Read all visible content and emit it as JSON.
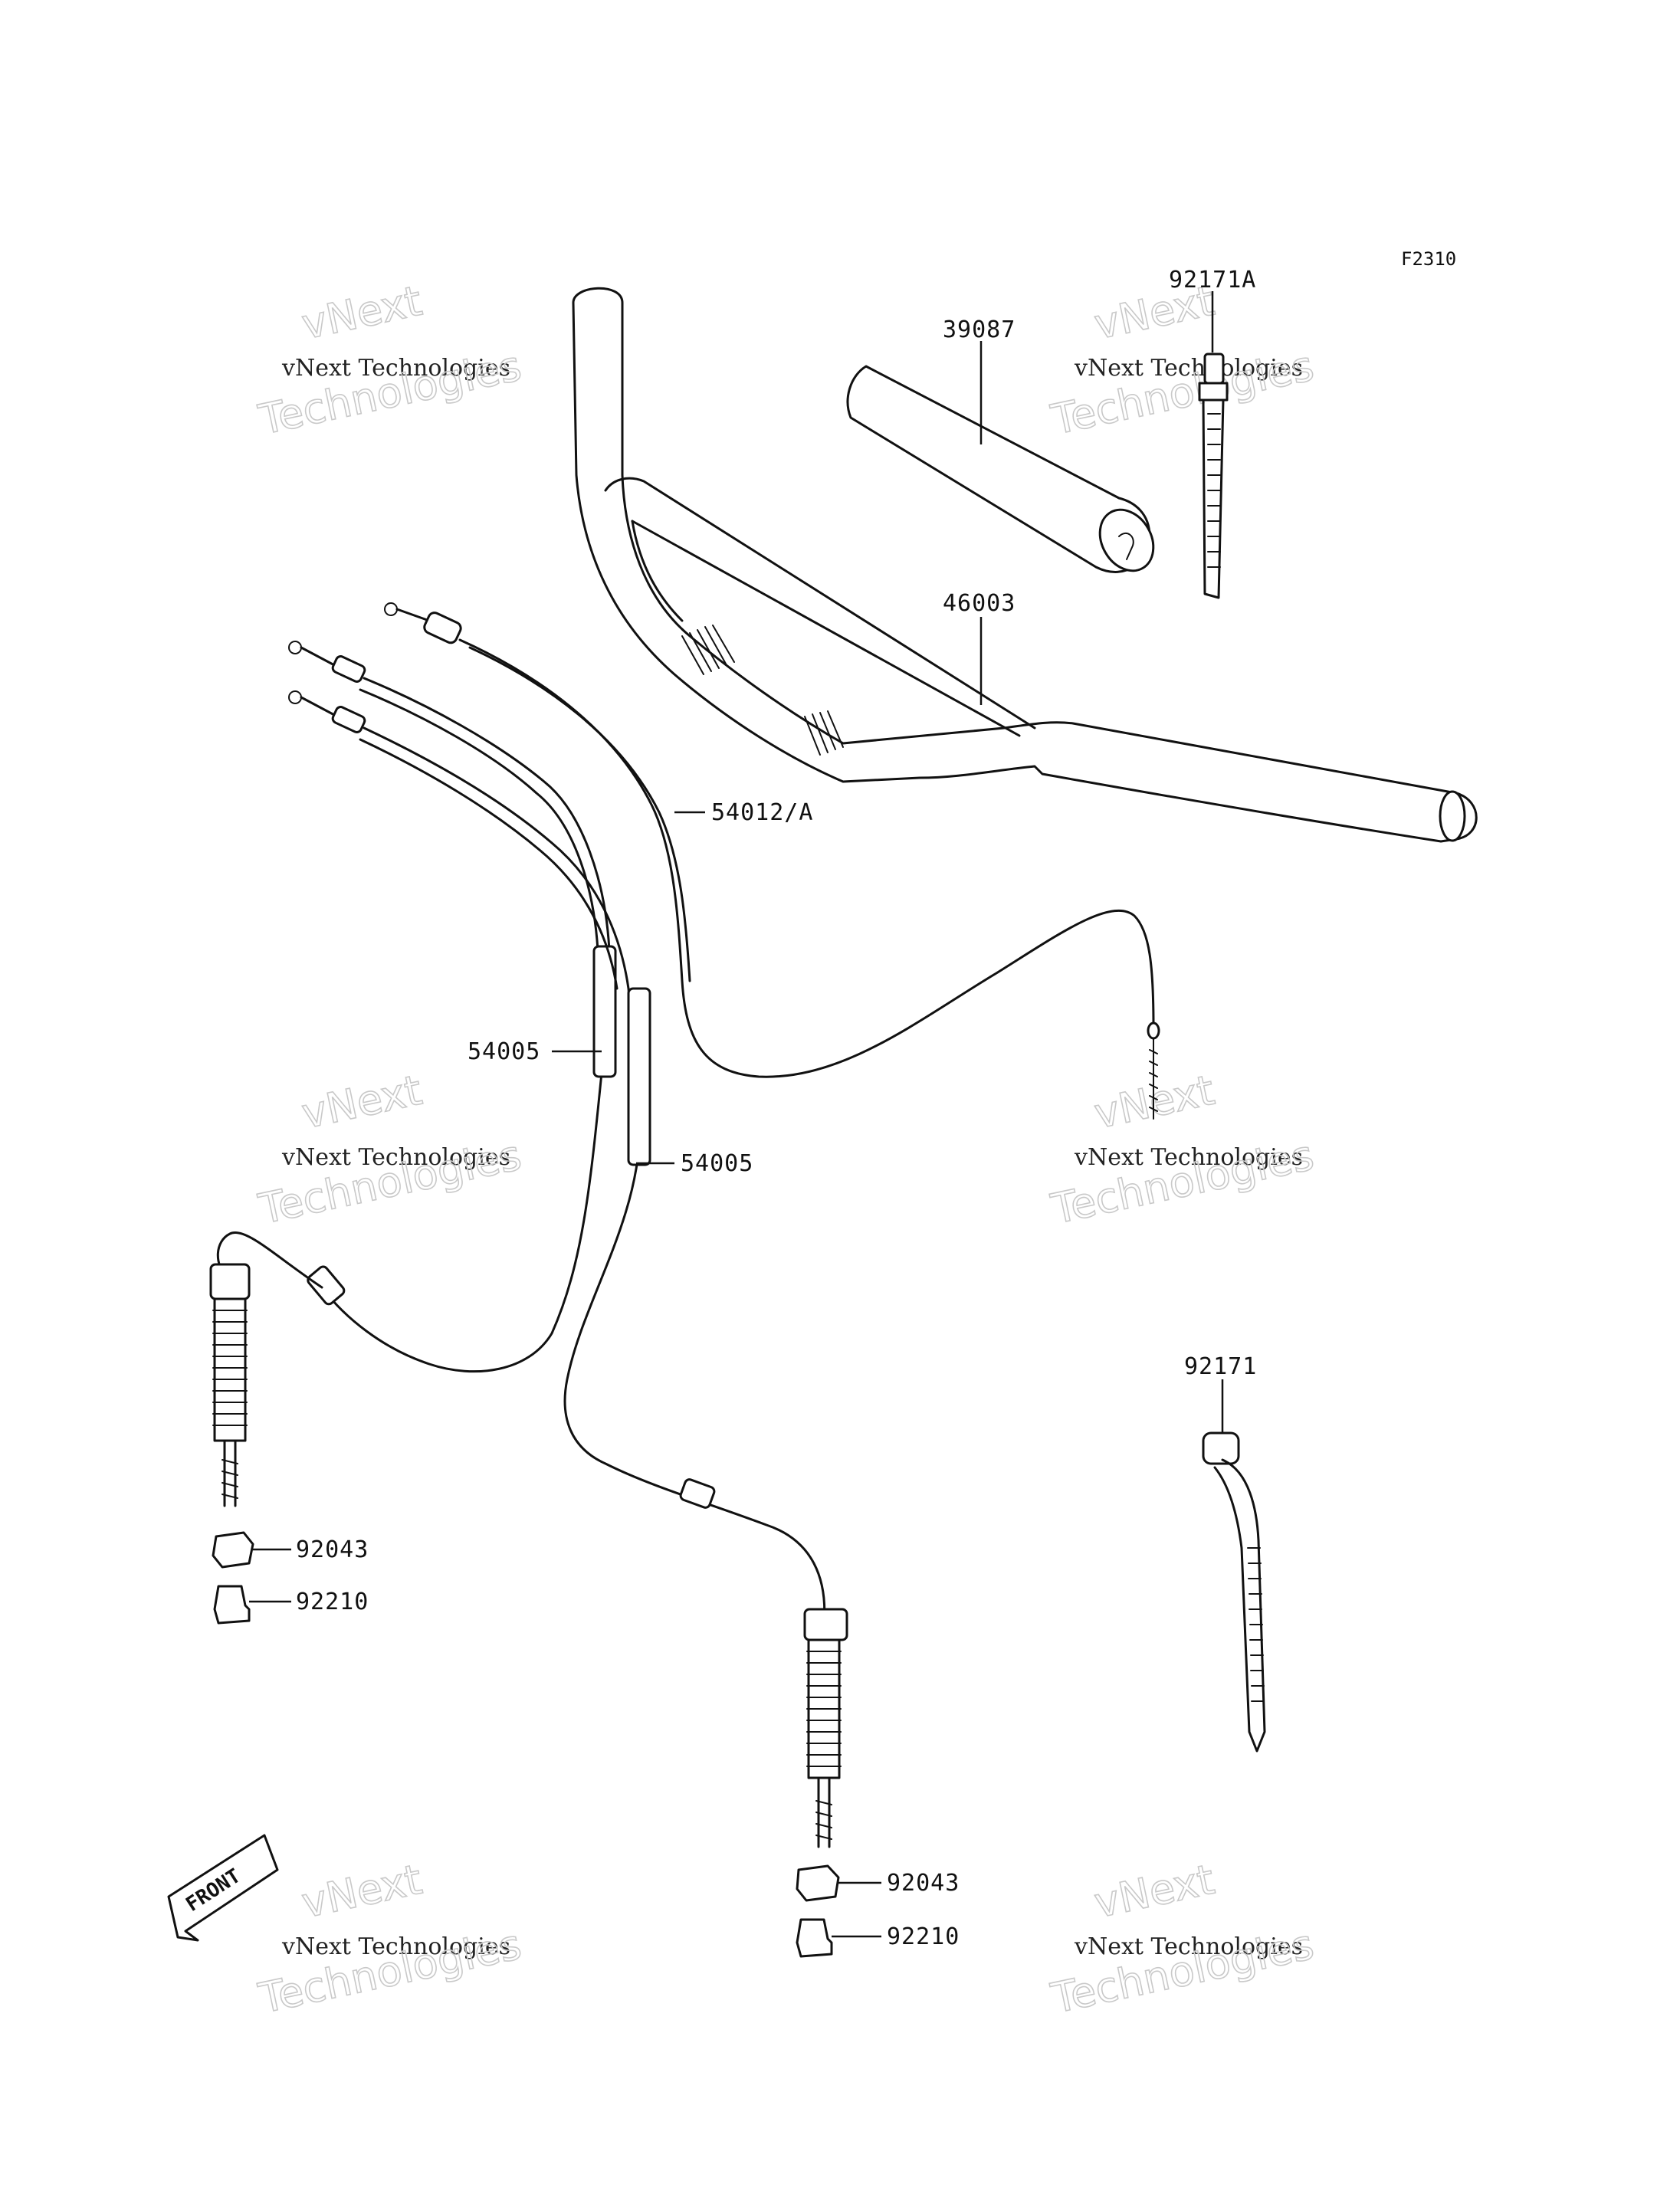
{
  "figure_code": "F2310",
  "parts": {
    "tie_a": "92171A",
    "pad": "39087",
    "handlebar": "46003",
    "throttle_cable": "54012/A",
    "brake_cable_left": "54005",
    "brake_cable_right": "54005",
    "clip": "92171",
    "nut_left": "92043",
    "nut_right": "92043",
    "adjuster_left": "92210",
    "adjuster_right": "92210"
  },
  "front_arrow": {
    "label": "FRONT"
  },
  "watermark": {
    "line1": "vNext Technologies",
    "line2": "vNext",
    "line3": "Technologies"
  }
}
